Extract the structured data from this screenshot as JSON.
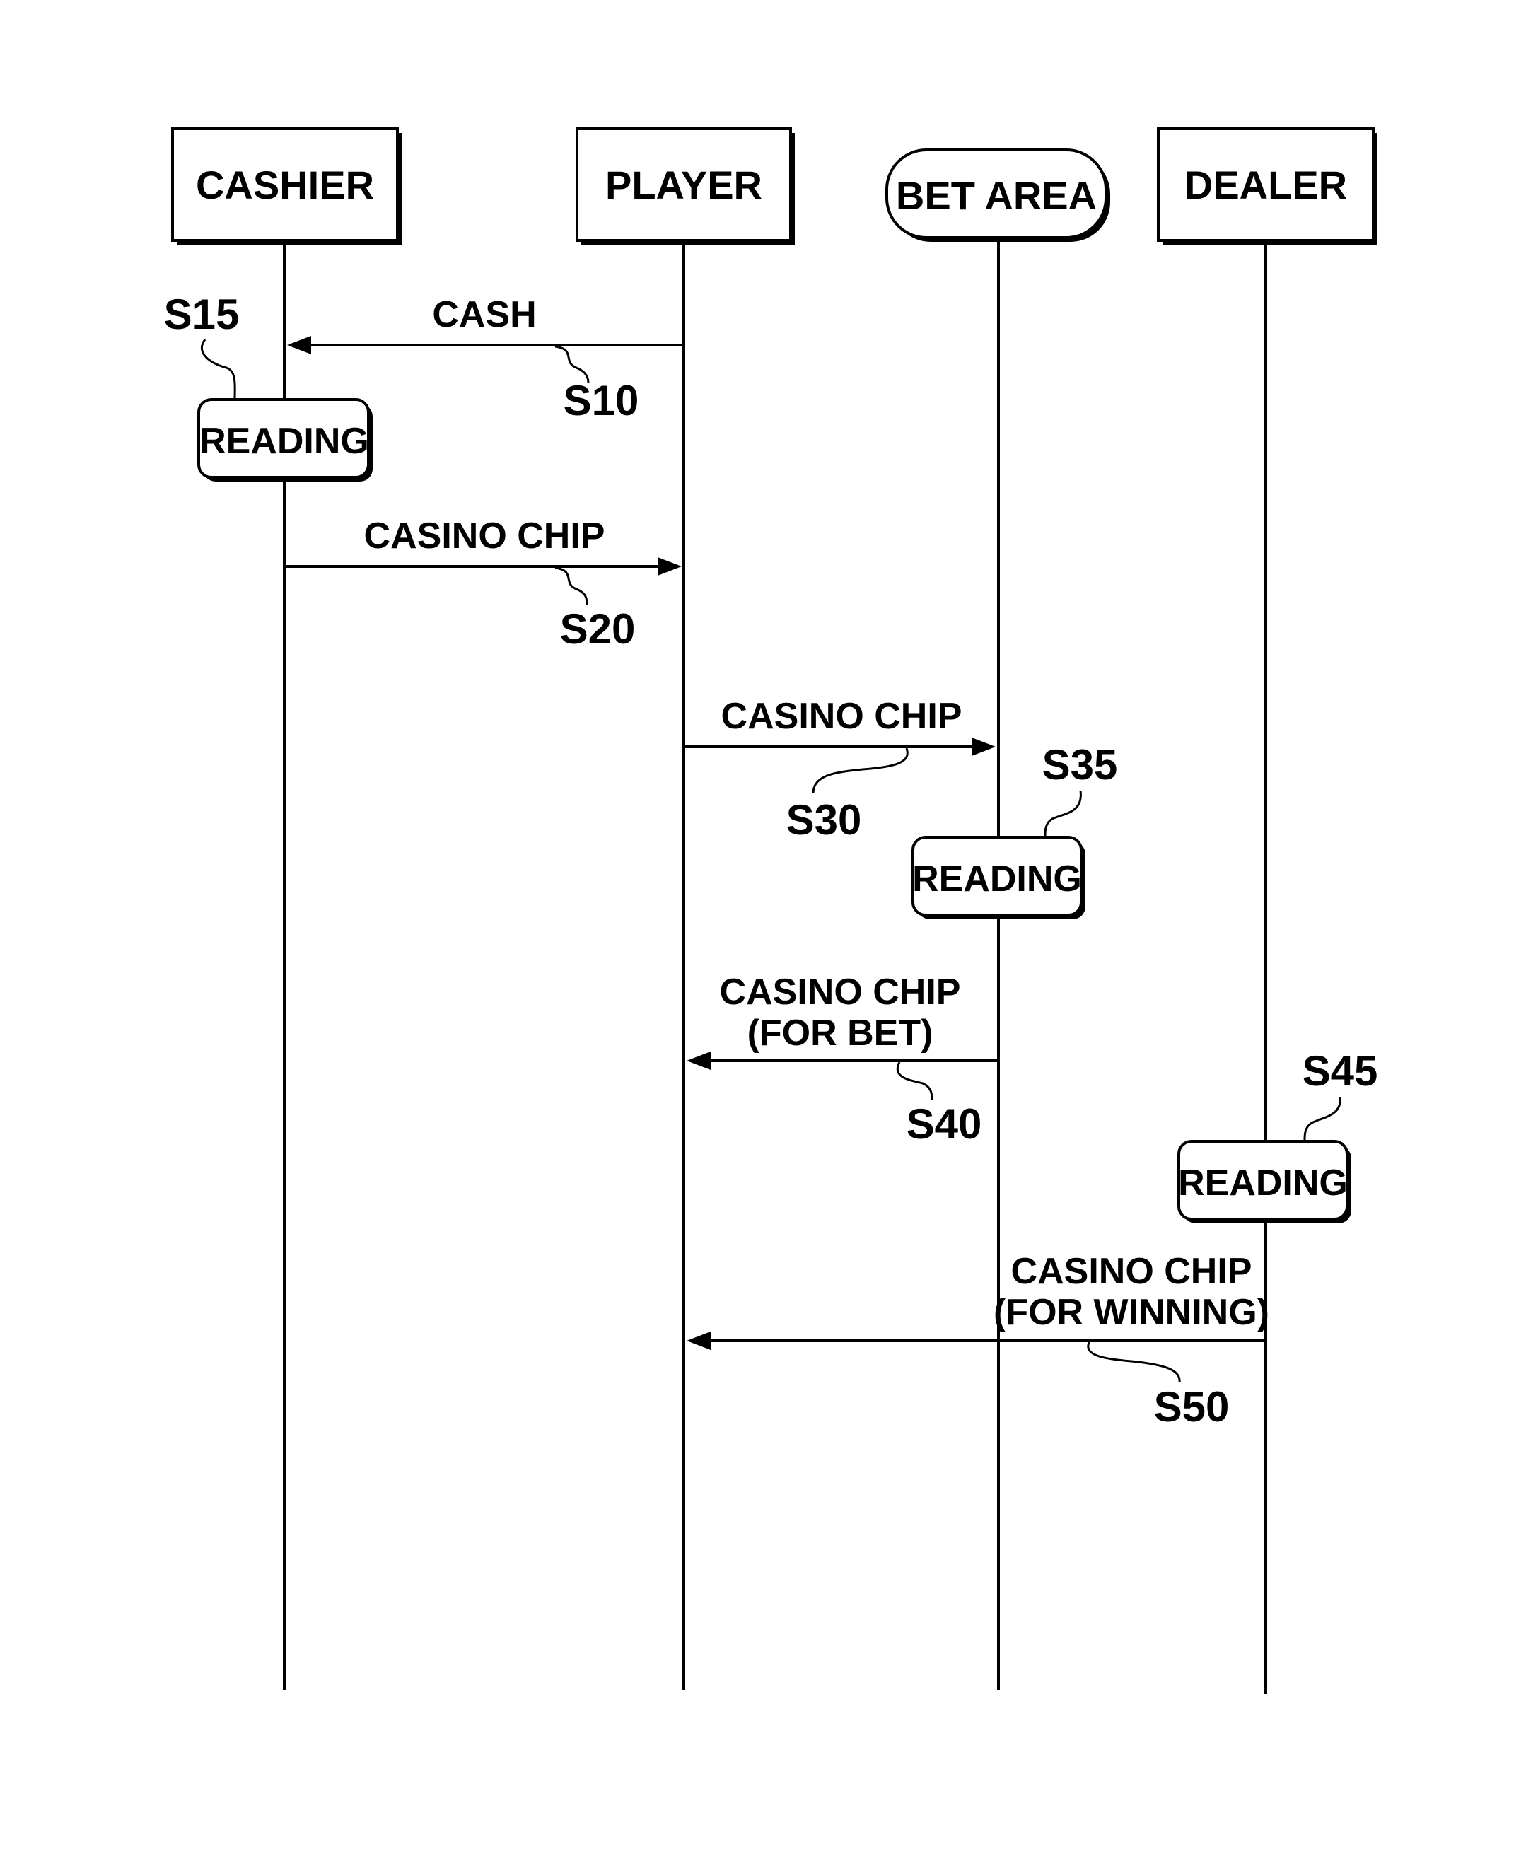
{
  "lifelines": {
    "cashier": "CASHIER",
    "player": "PLAYER",
    "bet_area": "BET AREA",
    "dealer": "DEALER"
  },
  "messages": {
    "s10": {
      "label": "CASH",
      "step": "S10"
    },
    "s20": {
      "label": "CASINO CHIP",
      "step": "S20"
    },
    "s30": {
      "label": "CASINO CHIP",
      "step": "S30"
    },
    "s40": {
      "label_line1": "CASINO CHIP",
      "label_line2": "(FOR BET)",
      "step": "S40"
    },
    "s50": {
      "label_line1": "CASINO CHIP",
      "label_line2": "(FOR WINNING)",
      "step": "S50"
    }
  },
  "activities": {
    "s15": {
      "label": "READING",
      "step": "S15"
    },
    "s35": {
      "label": "READING",
      "step": "S35"
    },
    "s45": {
      "label": "READING",
      "step": "S45"
    }
  },
  "colors": {
    "ink": "#000000",
    "paper": "#ffffff"
  }
}
